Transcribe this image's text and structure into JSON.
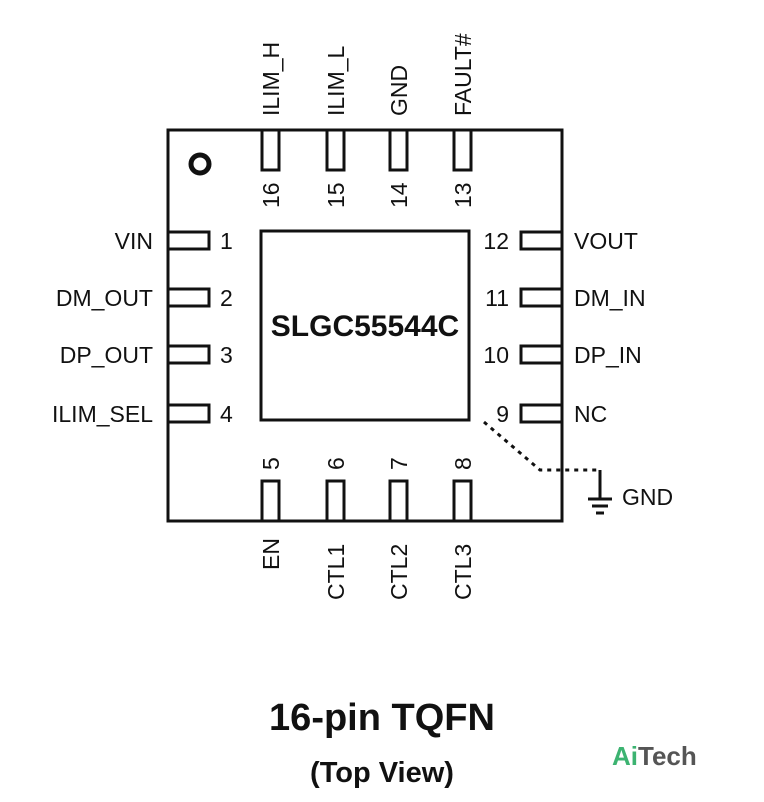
{
  "package": {
    "chip_name": "SLGC55544C",
    "title": "16-pin TQFN",
    "subtitle": "(Top View)"
  },
  "pins": {
    "p1": {
      "number": "1",
      "name": "VIN"
    },
    "p2": {
      "number": "2",
      "name": "DM_OUT"
    },
    "p3": {
      "number": "3",
      "name": "DP_OUT"
    },
    "p4": {
      "number": "4",
      "name": "ILIM_SEL"
    },
    "p5": {
      "number": "5",
      "name": "EN"
    },
    "p6": {
      "number": "6",
      "name": "CTL1"
    },
    "p7": {
      "number": "7",
      "name": "CTL2"
    },
    "p8": {
      "number": "8",
      "name": "CTL3"
    },
    "p9": {
      "number": "9",
      "name": "NC"
    },
    "p10": {
      "number": "10",
      "name": "DP_IN"
    },
    "p11": {
      "number": "11",
      "name": "DM_IN"
    },
    "p12": {
      "number": "12",
      "name": "VOUT"
    },
    "p13": {
      "number": "13",
      "name": "FAULT#"
    },
    "p14": {
      "number": "14",
      "name": "GND"
    },
    "p15": {
      "number": "15",
      "name": "ILIM_L"
    },
    "p16": {
      "number": "16",
      "name": "ILIM_H"
    }
  },
  "ground_label": "GND",
  "watermark": {
    "part1": "Ai",
    "part2": "Tech",
    "color1": "#3cb371",
    "color2": "#555555"
  }
}
